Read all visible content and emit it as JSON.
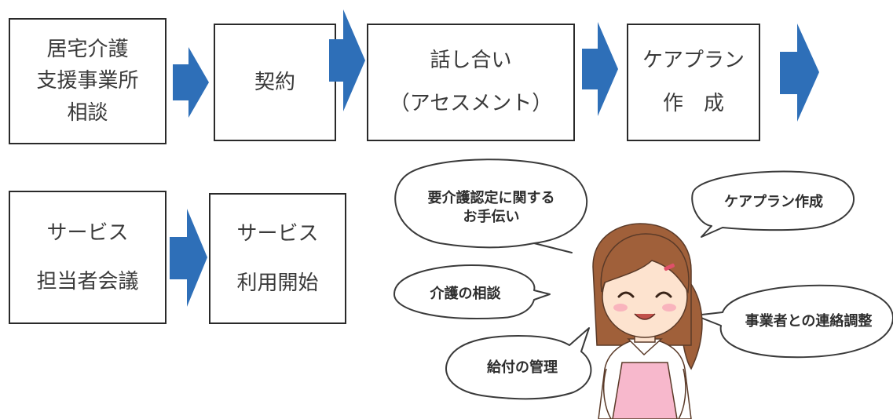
{
  "flow_row1": [
    {
      "lines": [
        "居宅介護",
        "支援事業所",
        "相談"
      ]
    },
    {
      "lines": [
        "契約"
      ]
    },
    {
      "lines": [
        "話し合い",
        "（アセスメント）"
      ]
    },
    {
      "lines": [
        "ケアプラン",
        "作　成"
      ]
    }
  ],
  "flow_row2": [
    {
      "lines": [
        "サービス",
        "担当者会議"
      ]
    },
    {
      "lines": [
        "サービス",
        "利用開始"
      ]
    }
  ],
  "speech_bubbles": {
    "certification": [
      "要介護認定に関する",
      "お手伝い"
    ],
    "care_plan": "ケアプラン作成",
    "consultation": "介護の相談",
    "coordination": "事業者との連絡調整",
    "benefits": "給付の管理"
  },
  "colors": {
    "arrow": "#2e6fb8",
    "box_border": "#2a2a2a",
    "apron": "#f7b8cc",
    "hair": "#a0603a"
  }
}
